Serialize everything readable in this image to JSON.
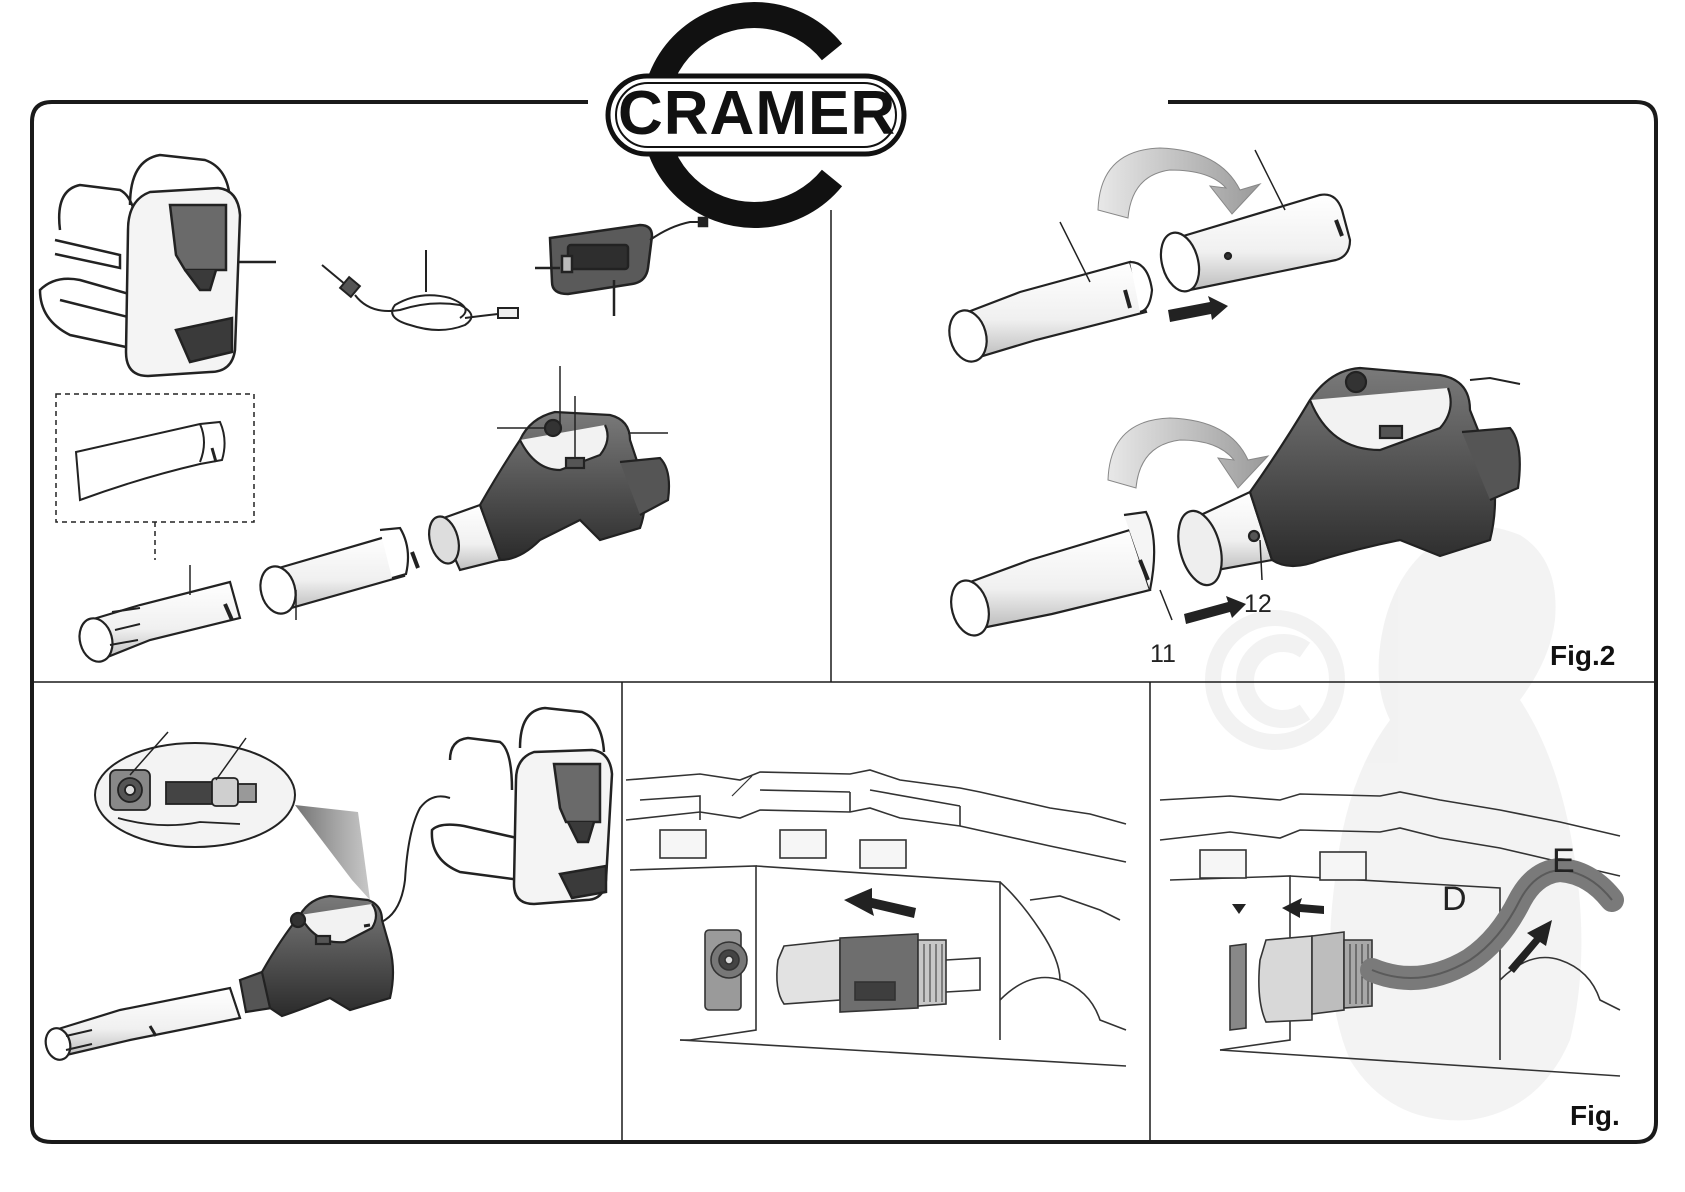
{
  "brand": {
    "name": "CRAMER"
  },
  "figures": {
    "fig2": {
      "label": "Fig.2",
      "callouts": [
        "11",
        "12"
      ]
    },
    "fig_bottom": {
      "label": "Fig.",
      "letters": [
        "D",
        "E"
      ]
    }
  },
  "icons": [
    "logo-icon",
    "watermark-icon",
    "arrow-icon",
    "rotate-arrow-icon",
    "battery-backpack-icon",
    "charger-icon",
    "cable-icon",
    "blower-icon",
    "tube-icon",
    "nozzle-icon",
    "connector-icon"
  ]
}
